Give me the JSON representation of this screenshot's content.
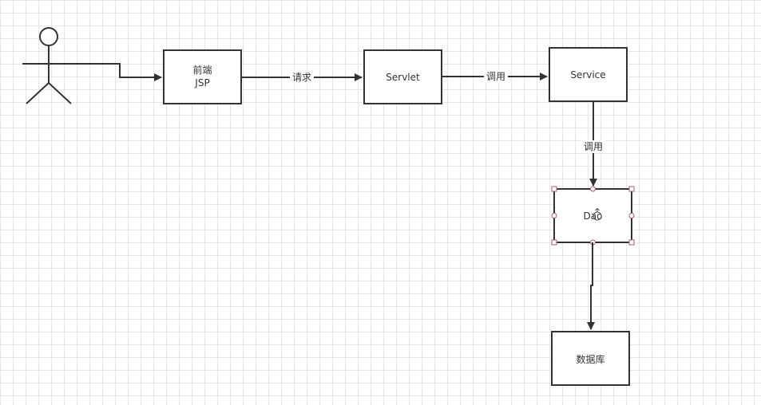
{
  "nodes": {
    "frontend": {
      "line1": "前端",
      "line2": "JSP"
    },
    "servlet": {
      "label": "Servlet"
    },
    "service": {
      "label": "Service"
    },
    "dao": {
      "label": "Dao"
    },
    "database": {
      "label": "数据库"
    }
  },
  "edges": {
    "frontend_to_servlet": {
      "label": "请求"
    },
    "servlet_to_service": {
      "label": "调用"
    },
    "service_to_dao": {
      "label": "调用"
    }
  },
  "colors": {
    "stroke": "#333333",
    "selection_handle": "#b05a6a"
  }
}
